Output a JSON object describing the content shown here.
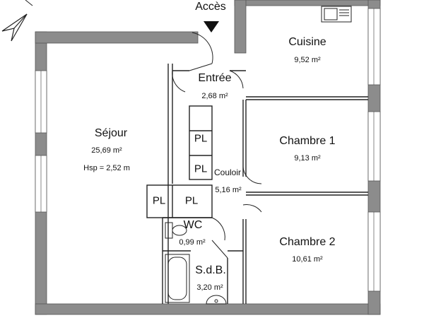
{
  "access_label": "Accès",
  "rooms": [
    {
      "key": "cuisine",
      "name": "Cuisine",
      "area": "9,52 m²"
    },
    {
      "key": "entree",
      "name": "Entrée",
      "area": "2,68 m²"
    },
    {
      "key": "sejour",
      "name": "Séjour",
      "area": "25,69 m²",
      "height": "Hsp = 2,52 m"
    },
    {
      "key": "chambre1",
      "name": "Chambre 1",
      "area": "9,13 m²"
    },
    {
      "key": "couloir",
      "name": "Couloir",
      "area": "5,16 m²"
    },
    {
      "key": "chambre2",
      "name": "Chambre 2",
      "area": "10,61 m²"
    },
    {
      "key": "wc",
      "name": "WC",
      "area": "0,99 m²"
    },
    {
      "key": "sdb",
      "name": "S.d.B.",
      "area": "3,20 m²"
    }
  ],
  "closets": [
    "PL",
    "PL",
    "PL",
    "PL"
  ],
  "icons": {
    "north": "north-arrow-icon",
    "entrance": "entrance-arrow-icon"
  },
  "colors": {
    "wall": "#8c8c8c",
    "wall_edge": "#555555",
    "line": "#222222",
    "window": "#ffffff"
  }
}
